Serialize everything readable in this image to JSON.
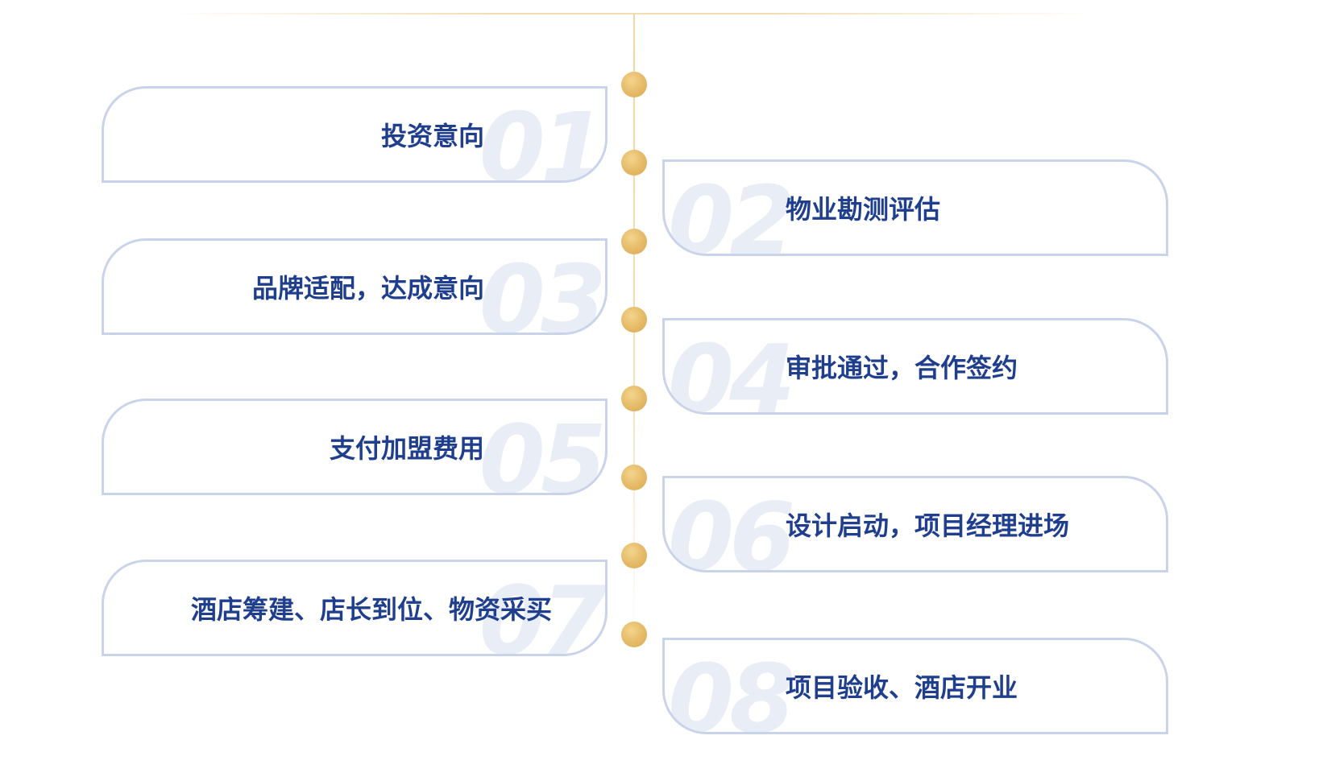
{
  "steps": [
    {
      "number": "01",
      "label": "投资意向"
    },
    {
      "number": "02",
      "label": "物业勘测评估"
    },
    {
      "number": "03",
      "label": "品牌适配，达成意向"
    },
    {
      "number": "04",
      "label": "审批通过，合作签约"
    },
    {
      "number": "05",
      "label": "支付加盟费用"
    },
    {
      "number": "06",
      "label": "设计启动，项目经理进场"
    },
    {
      "number": "07",
      "label": "酒店筹建、店长到位、物资采买"
    },
    {
      "number": "08",
      "label": "项目验收、酒店开业"
    }
  ],
  "colors": {
    "accent_gold": "#e5b967",
    "card_border": "#c9d3ea",
    "label_text": "#1f3f8e",
    "number_watermark": "#e9edf6"
  }
}
